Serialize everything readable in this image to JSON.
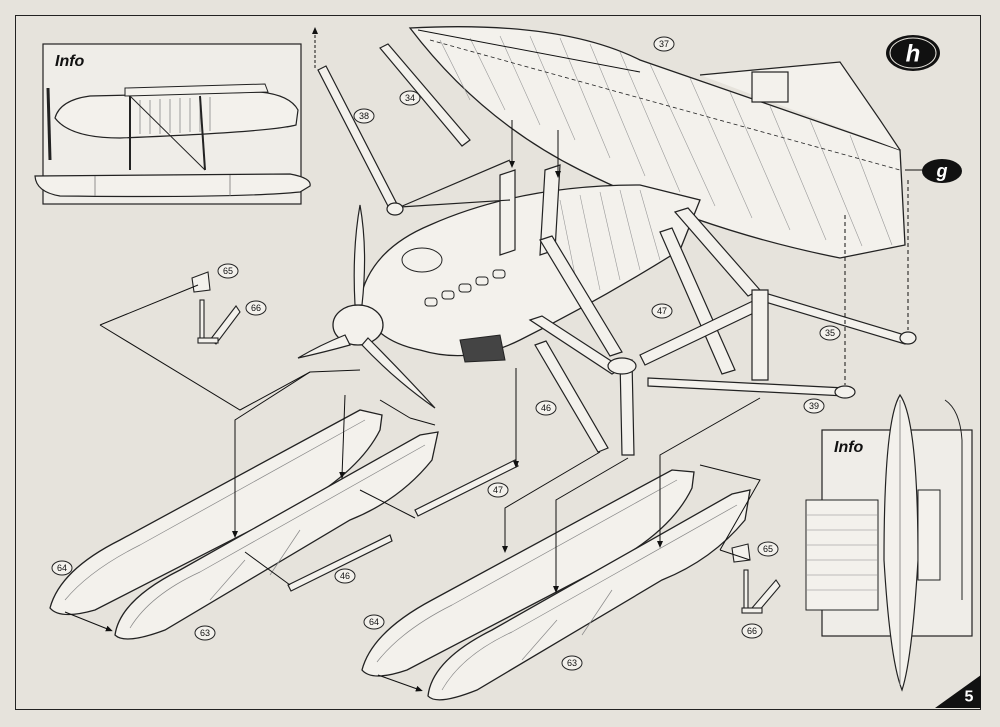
{
  "step_badges": {
    "current": "h",
    "linked": "g"
  },
  "info_labels": {
    "top_left": "Info",
    "bottom_right": "Info"
  },
  "page_number": "5",
  "callouts": [
    {
      "id": "c37",
      "text": "37"
    },
    {
      "id": "c34",
      "text": "34"
    },
    {
      "id": "c38",
      "text": "38"
    },
    {
      "id": "c65a",
      "text": "65"
    },
    {
      "id": "c66a",
      "text": "66"
    },
    {
      "id": "c47a",
      "text": "47"
    },
    {
      "id": "c35",
      "text": "35"
    },
    {
      "id": "c46a",
      "text": "46"
    },
    {
      "id": "c39",
      "text": "39"
    },
    {
      "id": "c47b",
      "text": "47"
    },
    {
      "id": "c64a",
      "text": "64"
    },
    {
      "id": "c46b",
      "text": "46"
    },
    {
      "id": "c63a",
      "text": "63"
    },
    {
      "id": "c65b",
      "text": "65"
    },
    {
      "id": "c64b",
      "text": "64"
    },
    {
      "id": "c66b",
      "text": "66"
    },
    {
      "id": "c63b",
      "text": "63"
    }
  ],
  "colors": {
    "paper": "#e6e3dc",
    "ink": "#1a1a1a",
    "part_fill": "#f3f1ec"
  }
}
